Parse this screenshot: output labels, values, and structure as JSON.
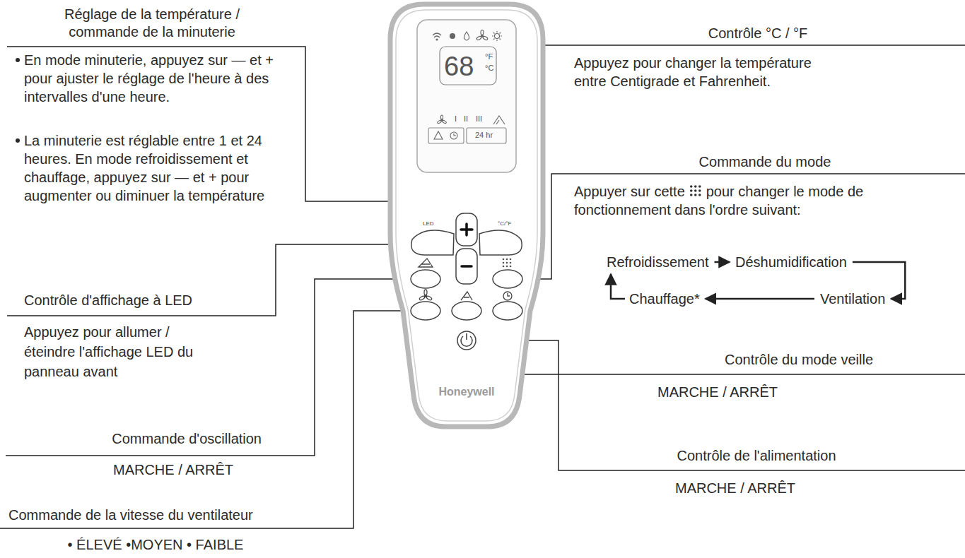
{
  "diagram": {
    "labels": [
      "Réglage de la température / commande de la minuterie",
      "En mode minuterie, appuyez sur — et + pour ajuster le réglage de l'heure à des intervalles d'une heure.",
      "La minuterie est réglable entre 1 et 24 heures. En mode refroidissement et chauffage, appuyez sur — et + pour augmenter ou diminuer la température",
      "Contrôle d'affichage à LED",
      "Appuyez pour allumer / éteindre l'affichage LED du panneau avant",
      "Commande d'oscillation",
      "MARCHE / ARRÊT",
      "Commande de la vitesse du ventilateur",
      "• ÉLEVÉ •MOYEN • FAIBLE",
      "Contrôle °C / °F",
      "Appuyez pour changer la température entre Centigrade et Fahrenheit.",
      "Commande du mode",
      "Appuyer sur cette",
      "pour changer le mode de fonctionnement dans l'ordre suivant:",
      "Refroidissement",
      "Déshumidification",
      "Ventilation",
      "Chauffage*",
      "Contrôle du mode veille",
      "MARCHE / ARRÊT",
      "Contrôle de l'alimentation",
      "MARCHE / ARRÊT",
      "68",
      "°F",
      "°C",
      "I",
      "II",
      "III",
      "24 hr",
      "LED",
      "°C/°F",
      "Honeywell"
    ]
  }
}
